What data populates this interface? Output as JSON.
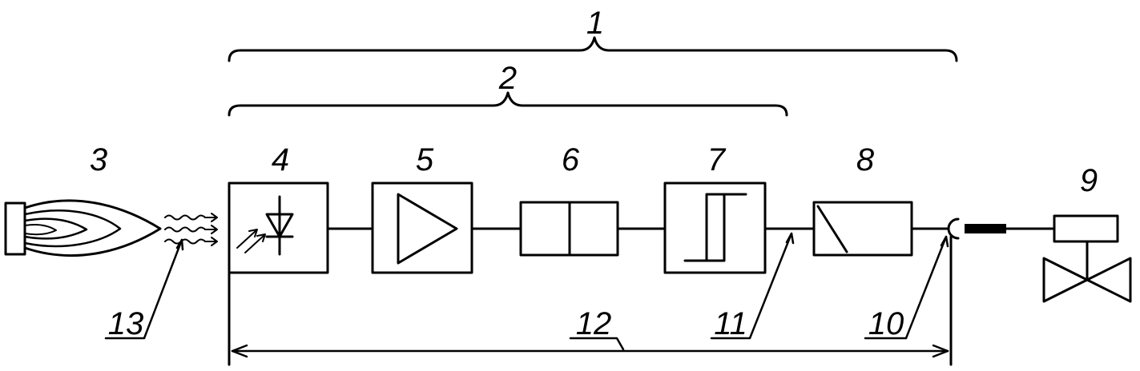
{
  "diagram": {
    "labels": {
      "overall_group": "1",
      "sensor_group": "2",
      "flame": "3",
      "photodiode_block": "4",
      "amplifier_block": "5",
      "filter_block": "6",
      "trigger_block": "7",
      "relay_block": "8",
      "gas_valve": "9",
      "connector": "10",
      "signal_line": "11",
      "length_dimension": "12",
      "radiation": "13"
    },
    "colors": {
      "ink": "#000000",
      "background": "#ffffff"
    }
  }
}
